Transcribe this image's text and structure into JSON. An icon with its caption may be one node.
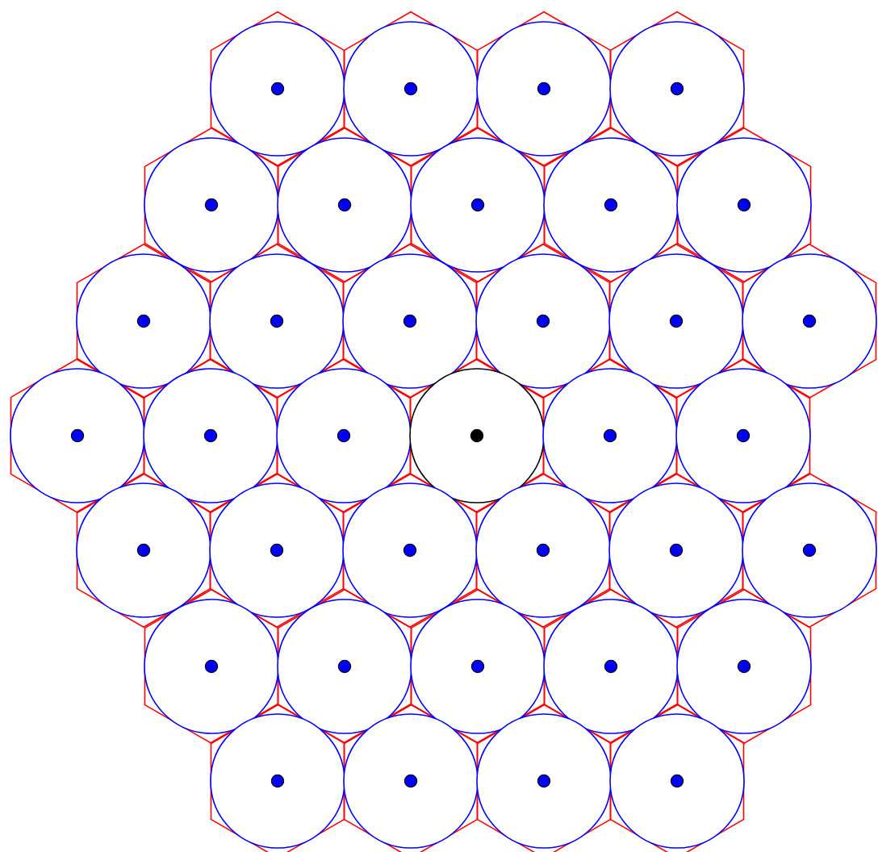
{
  "diagram": {
    "nodes": [
      {
        "text": [],
        "shape": "circle"
      },
      {
        "text": [],
        "shape": "circle"
      },
      {
        "text": [],
        "shape": "circle"
      },
      {
        "text": [],
        "shape": "circle"
      },
      {
        "text": [],
        "shape": "circle"
      },
      {
        "text": [],
        "shape": "circle"
      },
      {
        "text": [],
        "shape": "circle"
      },
      {
        "text": [],
        "shape": "circle"
      },
      {
        "text": [],
        "shape": "circle"
      },
      {
        "text": [],
        "shape": "circle"
      },
      {
        "text": [],
        "shape": "circle"
      },
      {
        "text": [],
        "shape": "circle"
      },
      {
        "text": [],
        "shape": "circle"
      },
      {
        "text": [],
        "shape": "circle"
      },
      {
        "text": [],
        "shape": "circle"
      },
      {
        "text": [],
        "shape": "circle"
      },
      {
        "text": [],
        "shape": "circle"
      },
      {
        "text": [],
        "shape": "circle"
      },
      {
        "text": [],
        "shape": "circle"
      },
      {
        "text": [],
        "shape": "circle"
      },
      {
        "text": [],
        "shape": "circle"
      },
      {
        "text": [],
        "shape": "circle"
      },
      {
        "text": [],
        "shape": "circle"
      },
      {
        "text": [],
        "shape": "circle"
      },
      {
        "text": [],
        "shape": "circle"
      },
      {
        "text": [],
        "shape": "circle"
      },
      {
        "text": [],
        "shape": "circle"
      },
      {
        "text": [],
        "shape": "circle"
      },
      {
        "text": [],
        "shape": "circle"
      },
      {
        "text": [],
        "shape": "circle"
      },
      {
        "text": [],
        "shape": "circle"
      },
      {
        "text": [],
        "shape": "circle"
      },
      {
        "text": [],
        "shape": "circle"
      },
      {
        "text": [],
        "shape": "circle"
      },
      {
        "text": [],
        "shape": "circle"
      },
      {
        "text": [],
        "shape": "circle"
      }
    ]
  }
}
